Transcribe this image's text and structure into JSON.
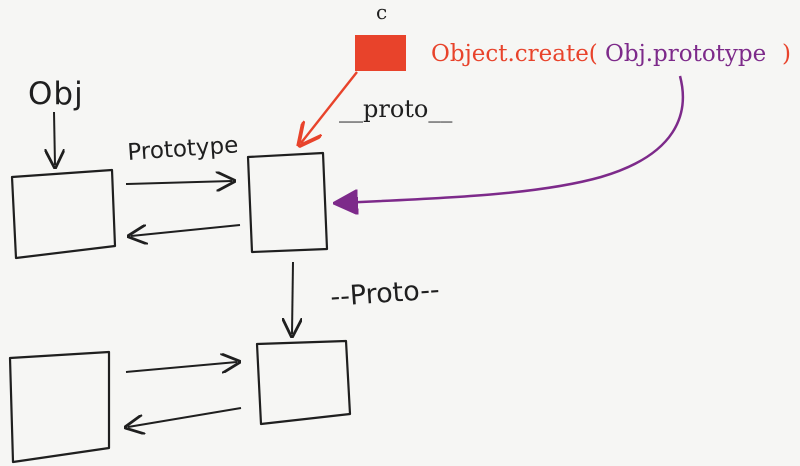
{
  "labels": {
    "c": "c",
    "obj": "Obj",
    "prototype": "Prototype",
    "proto_top": "__proto__",
    "proto_bottom": "--Proto--",
    "object_create": "Object.create(",
    "obj_prototype": "Obj.prototype",
    "close_paren": ")"
  },
  "colors": {
    "background": "#f6f6f4",
    "ink": "#1f1f1f",
    "red": "#e8432b",
    "purple": "#7d2a8a"
  }
}
